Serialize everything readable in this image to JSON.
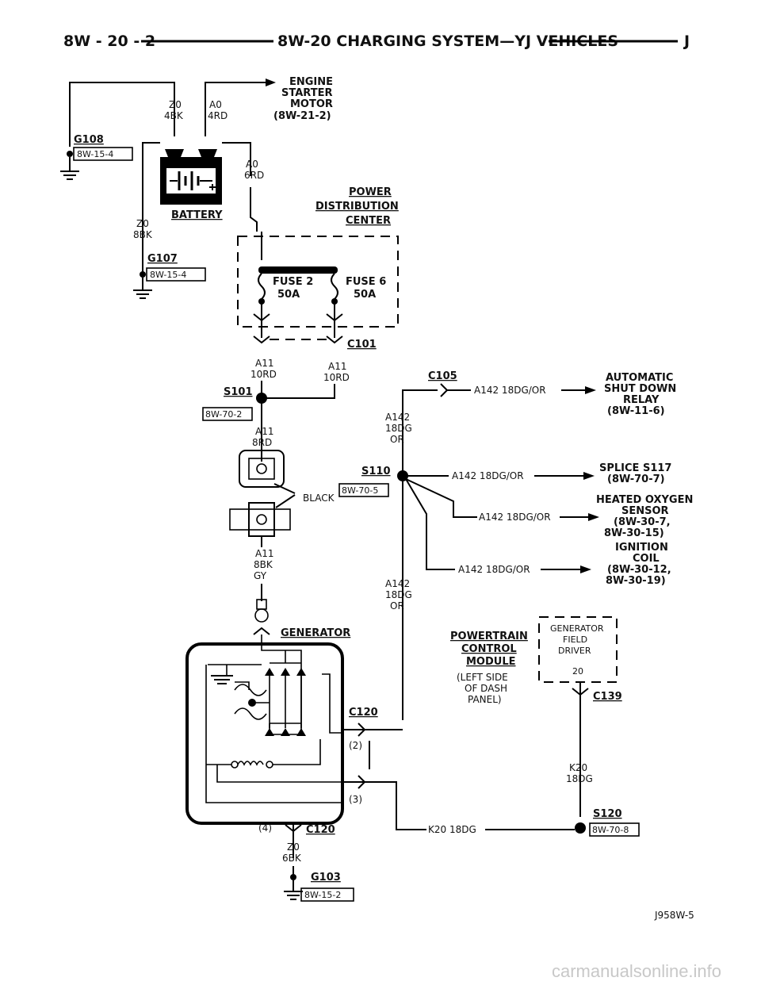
{
  "header": {
    "left": "8W - 20 - 2",
    "title": "8W-20 CHARGING SYSTEM—YJ VEHICLES",
    "right": "J"
  },
  "engine_starter": {
    "line1": "ENGINE",
    "line2": "STARTER",
    "line3": "MOTOR",
    "ref": "(8W-21-2)"
  },
  "wires_top": {
    "z0": "Z0",
    "z0_gauge": "4BK",
    "a0": "A0",
    "a0_gauge": "4RD",
    "a0_6": "A0",
    "a0_6_gauge": "6RD",
    "z0_8": "Z0",
    "z0_8_gauge": "8BK"
  },
  "grounds": {
    "g108": "G108",
    "g108_ref": "8W-15-4",
    "g107": "G107",
    "g107_ref": "8W-15-4",
    "g103": "G103",
    "g103_ref": "8W-15-2"
  },
  "battery": {
    "label": "BATTERY"
  },
  "pdc": {
    "line1": "POWER",
    "line2": "DISTRIBUTION",
    "line3": "CENTER",
    "fuse2": "FUSE 2",
    "fuse2_rating": "50A",
    "fuse6": "FUSE 6",
    "fuse6_rating": "50A"
  },
  "connectors": {
    "c101": "C101",
    "c105": "C105",
    "c120": "C120",
    "c139": "C139"
  },
  "pins": {
    "p2": "(2)",
    "p3": "(3)",
    "p4": "(4)"
  },
  "wires_mid": {
    "a11_left": "A11",
    "a11_left_g": "10RD",
    "a11_right": "A11",
    "a11_right_g": "10RD",
    "a11_8": "A11",
    "a11_8_g": "8RD",
    "a11_8bk": "A11",
    "a11_8bk_g1": "8BK",
    "a11_8bk_g2": "GY",
    "black": "BLACK"
  },
  "splices": {
    "s101": "S101",
    "s101_ref": "8W-70-2",
    "s110": "S110",
    "s110_ref": "8W-70-5",
    "s120": "S120",
    "s120_ref": "8W-70-8"
  },
  "a142": {
    "c105_wire": "A142 18DG/OR",
    "vert1": "A142",
    "vert2": "18DG",
    "vert3": "OR",
    "s117_wire": "A142 18DG/OR",
    "o2_wire": "A142 18DG/OR",
    "coil_wire": "A142 18DG/OR",
    "low1": "A142",
    "low2": "18DG",
    "low3": "OR"
  },
  "destinations": {
    "asd1": "AUTOMATIC",
    "asd2": "SHUT DOWN",
    "asd3": "RELAY",
    "asd4": "(8W-11-6)",
    "s117a": "SPLICE S117",
    "s117b": "(8W-70-7)",
    "o2a": "HEATED OXYGEN",
    "o2b": "SENSOR",
    "o2c": "(8W-30-7,",
    "o2d": "8W-30-15)",
    "coil1": "IGNITION",
    "coil2": "COIL",
    "coil3": "(8W-30-12,",
    "coil4": "8W-30-19)"
  },
  "generator": {
    "label": "GENERATOR"
  },
  "pcm": {
    "line1": "POWERTRAIN",
    "line2": "CONTROL",
    "line3": "MODULE",
    "loc1": "(LEFT SIDE",
    "loc2": "OF DASH",
    "loc3": "PANEL)",
    "box1": "GENERATOR",
    "box2": "FIELD",
    "box3": "DRIVER",
    "pin": "20"
  },
  "k20": {
    "v1": "K20",
    "v2": "18DG",
    "h": "K20 18DG"
  },
  "ground_wire": {
    "z0": "Z0",
    "g": "6BK"
  },
  "figure_code": "J958W-5",
  "watermark": "carmanualsonline.info"
}
